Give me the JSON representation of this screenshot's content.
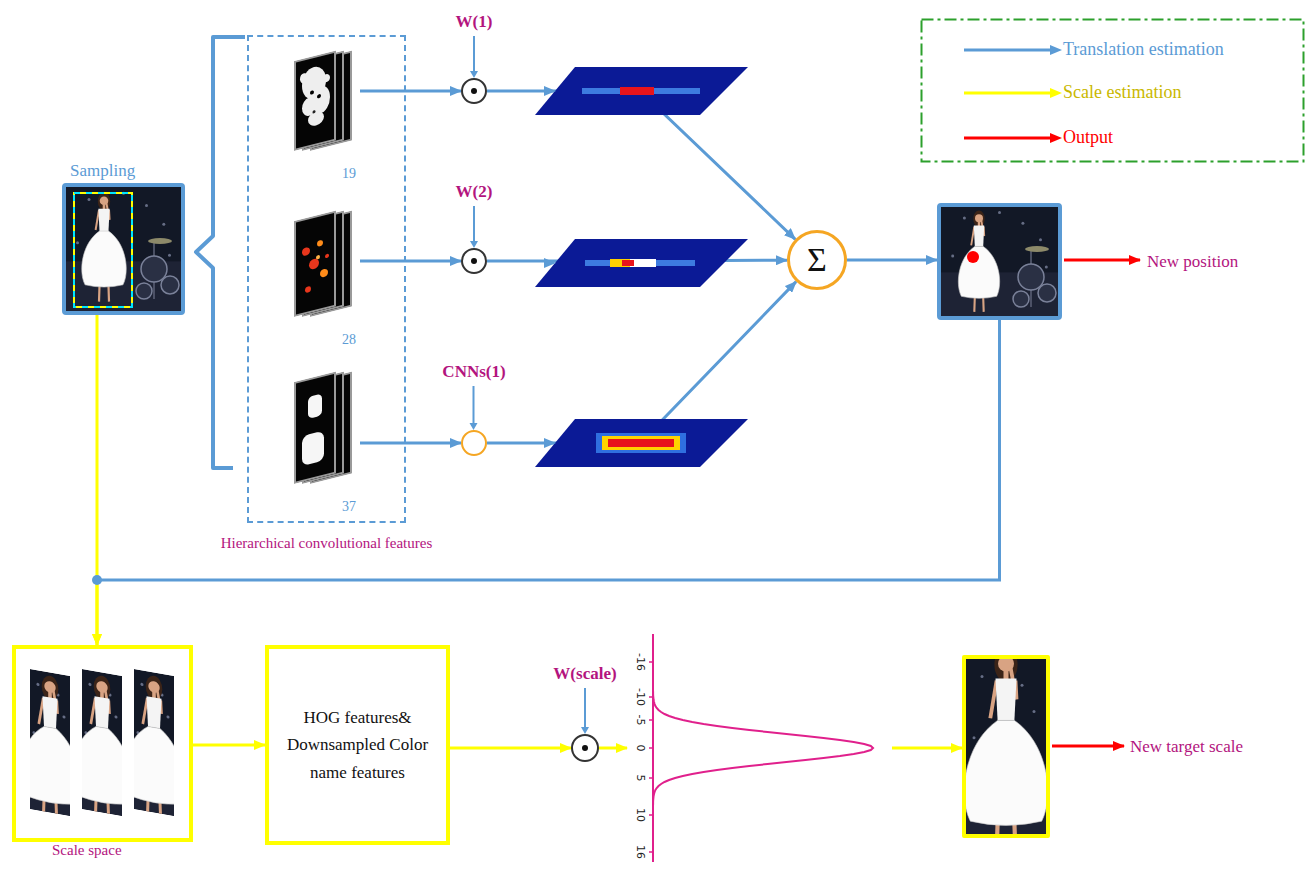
{
  "diagram": {
    "nodes": [
      {
        "text": [
          "Sampling"
        ]
      },
      {
        "text": [
          "Hierarchical convolutional features"
        ]
      },
      {
        "text": [
          "19"
        ],
        "in": 1
      },
      {
        "text": [
          "28"
        ],
        "in": 1
      },
      {
        "text": [
          "37"
        ],
        "in": 1
      },
      {
        "text": [
          "W(1)"
        ]
      },
      {
        "text": [
          "W(2)"
        ]
      },
      {
        "text": [
          "CNNs(1)"
        ]
      },
      {
        "text": [
          "Σ"
        ]
      },
      {
        "text": [
          "New position"
        ]
      },
      {
        "text": [
          "Scale space"
        ]
      },
      {
        "text": [
          "HOG features& Downsampled Color name features"
        ]
      },
      {
        "text": [
          "W(scale)"
        ]
      },
      {
        "text": [
          "-16",
          "-10",
          "-5",
          "0",
          "5",
          "10",
          "16"
        ]
      },
      {
        "text": [
          "New target scale"
        ]
      }
    ],
    "edges": [
      {
        "from": 2,
        "to": 5,
        "arrow": "to"
      },
      {
        "from": 3,
        "to": 6,
        "arrow": "to"
      },
      {
        "from": 4,
        "to": 7,
        "arrow": "to"
      },
      {
        "from": 5,
        "to": 8,
        "arrow": "to"
      },
      {
        "from": 6,
        "to": 8,
        "arrow": "to"
      },
      {
        "from": 7,
        "to": 8,
        "arrow": "to"
      },
      {
        "from": 8,
        "to": 9,
        "arrow": "to"
      },
      {
        "from": 0,
        "to": 10,
        "arrow": "to"
      },
      {
        "from": 9,
        "to": 10,
        "arrow": "to"
      },
      {
        "from": 10,
        "to": 11,
        "arrow": "to"
      },
      {
        "from": 11,
        "to": 12,
        "arrow": "to"
      },
      {
        "from": 12,
        "to": 13,
        "arrow": "to"
      },
      {
        "from": 13,
        "to": 14,
        "arrow": "to"
      }
    ],
    "legend": [
      {
        "text": "Translation estimation"
      },
      {
        "text": "Scale estimation"
      },
      {
        "text": "Output"
      }
    ]
  }
}
